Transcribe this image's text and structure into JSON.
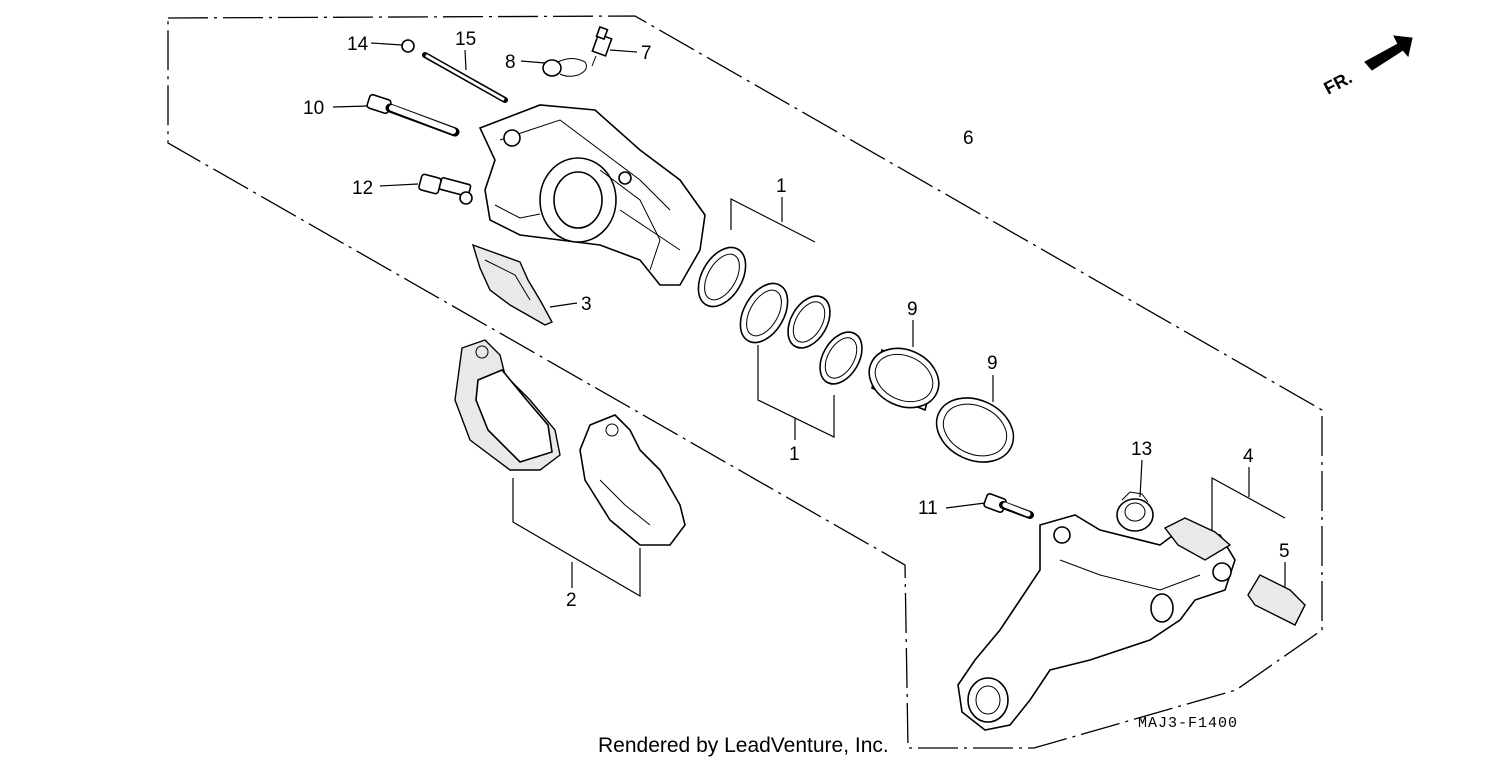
{
  "callouts": {
    "c1a": "1",
    "c1b": "1",
    "c2": "2",
    "c3": "3",
    "c4": "4",
    "c5": "5",
    "c6": "6",
    "c7": "7",
    "c8": "8",
    "c9a": "9",
    "c9b": "9",
    "c10": "10",
    "c11": "11",
    "c12": "12",
    "c13": "13",
    "c14": "14",
    "c15": "15"
  },
  "direction_label": "FR.",
  "diagram_code": "MAJ3-F1400",
  "credit": "Rendered by LeadVenture, Inc."
}
